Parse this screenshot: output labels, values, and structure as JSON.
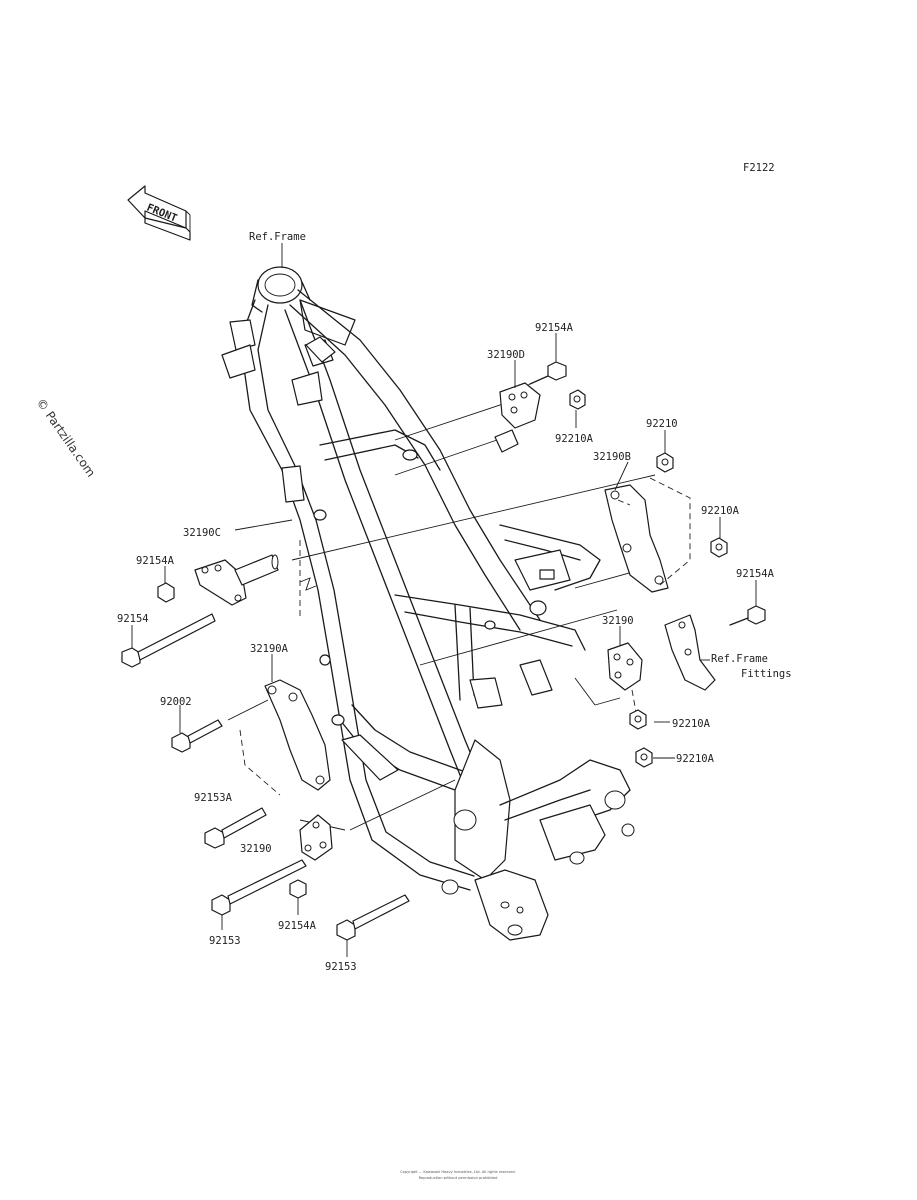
{
  "figure_code": "F2122",
  "front_arrow": "FRONT",
  "watermark": "© Partzilla.com",
  "footer": {
    "line1": "Copyright ... Kawasaki Heavy Industries, Ltd. All rights reserved.",
    "line2": "Reproduction without permission prohibited"
  },
  "labels": {
    "ref_frame": "Ref.Frame",
    "ref_frame_fittings_1": "Ref.Frame",
    "ref_frame_fittings_2": "Fittings",
    "p92154A_top": "92154A",
    "p32190D": "32190D",
    "p92210A_nut_top": "92210A",
    "p92210": "92210",
    "p32190B": "32190B",
    "p92210A_right": "92210A",
    "p32190C": "32190C",
    "p92154A_left": "92154A",
    "p92154A_right": "92154A",
    "p92154": "92154",
    "p32190": "32190",
    "p32190A": "32190A",
    "p92002": "92002",
    "p92210A_mid": "92210A",
    "p92210A_low": "92210A",
    "p92153A": "92153A",
    "p32190_low": "32190",
    "p92153_left": "92153",
    "p92154A_low": "92154A",
    "p92153_bottom": "92153"
  }
}
